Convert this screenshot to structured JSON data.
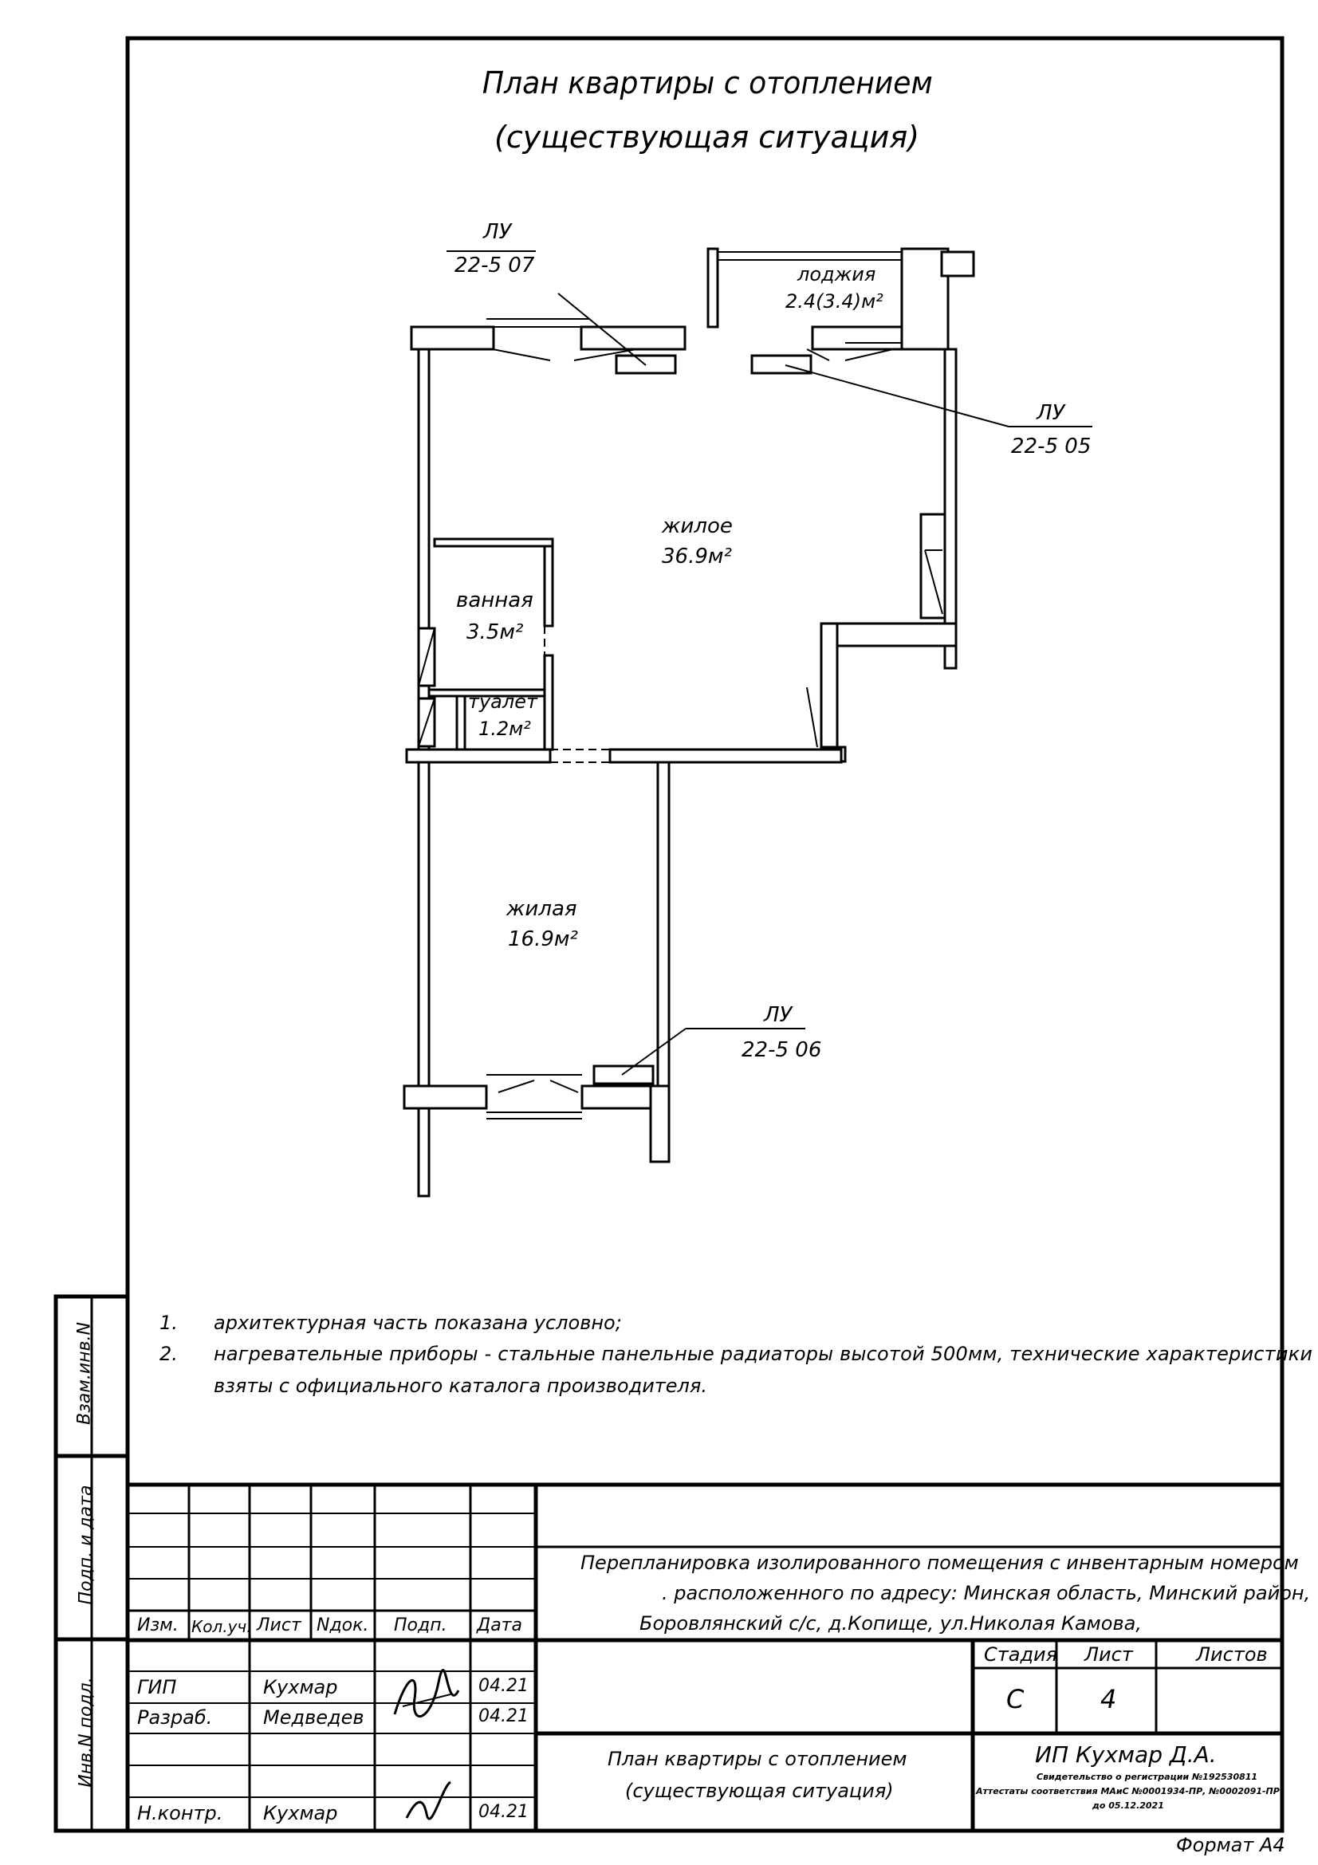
{
  "sheet": {
    "title_line1": "План квартиры с отоплением",
    "title_line2": "(существующая ситуация)",
    "format": "Формат А4"
  },
  "rooms": {
    "loggia": {
      "name": "лоджия",
      "area": "2.4(3.4)м²"
    },
    "living_main": {
      "name": "жилое",
      "area": "36.9м²"
    },
    "bathroom": {
      "name": "ванная",
      "area": "3.5м²"
    },
    "toilet": {
      "name": "туалет",
      "area": "1.2м²"
    },
    "living_second": {
      "name": "жилая",
      "area": "16.9м²"
    }
  },
  "radiators": [
    {
      "label": "ЛУ",
      "code": "22-5 07"
    },
    {
      "label": "ЛУ",
      "code": "22-5 05"
    },
    {
      "label": "ЛУ",
      "code": "22-5 06"
    }
  ],
  "notes": [
    {
      "num": "1.",
      "text": "архитектурная часть показана условно;"
    },
    {
      "num": "2.",
      "text": "нагревательные приборы - стальные панельные радиаторы высотой 500мм, технические характеристики"
    },
    {
      "num": "",
      "text": "взяты с официального каталога производителя."
    }
  ],
  "side_labels": {
    "vzam": "Взам.инв.N",
    "podp": "Подп. и дата",
    "inv": "Инв.N подл."
  },
  "stamp": {
    "headers": {
      "izm": "Изм.",
      "kolch": "Кол.уч.",
      "list": "Лист",
      "ndok": "Nдок.",
      "podp": "Подп.",
      "data": "Дата"
    },
    "project_line1": "Перепланировка изолированного помещения с инвентарным номером",
    "project_line2": ". расположенного по адресу: Минская область, Минский район,",
    "project_line3": "Боровлянский с/с, д.Копище, ул.Николая Камова,",
    "stage_header": "Стадия",
    "sheet_header": "Лист",
    "sheets_header": "Листов",
    "stage": "С",
    "sheet_no": "4",
    "rows": [
      {
        "role": "ГИП",
        "name": "Кухмар",
        "date": "04.21"
      },
      {
        "role": "Разраб.",
        "name": "Медведев",
        "date": "04.21"
      },
      {
        "role": "Н.контр.",
        "name": "Кухмар",
        "date": "04.21"
      }
    ],
    "drawing_title1": "План квартиры с отоплением",
    "drawing_title2": "(существующая ситуация)",
    "org": "ИП Кухмар Д.А.",
    "cert1": "Свидетельство о регистрации №192530811",
    "cert2": "Аттестаты соответствия МАиС №0001934-ПР, №0002091-ПР",
    "cert3": "до 05.12.2021"
  }
}
